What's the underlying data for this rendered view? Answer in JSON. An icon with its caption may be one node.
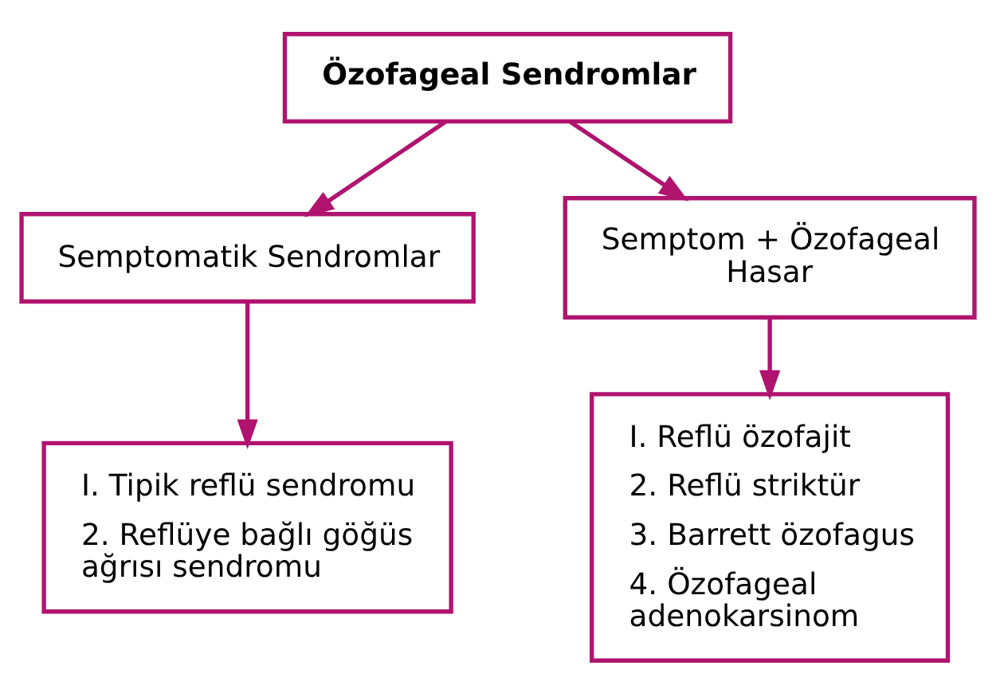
{
  "diagram": {
    "nodes": [
      {
        "text": [
          "Özofageal Sendromlar"
        ]
      },
      {
        "text": [
          "Semptomatik Sendromlar"
        ]
      },
      {
        "text": [
          "Semptom + Özofageal Hasar"
        ]
      },
      {
        "text": [
          "I. Tipik reflü sendromu",
          "2. Reflüye bağlı göğüs ağrısı sendromu"
        ]
      },
      {
        "text": [
          "I. Reflü özofajit",
          "2. Reflü striktür",
          "3. Barrett özofagus",
          "4. Özofageal adenokarsinom"
        ]
      }
    ],
    "edges": [
      {
        "from": 0,
        "to": 1,
        "arrow": "to"
      },
      {
        "from": 0,
        "to": 2,
        "arrow": "to"
      },
      {
        "from": 1,
        "to": 3,
        "arrow": "to"
      },
      {
        "from": 2,
        "to": 4,
        "arrow": "to"
      }
    ]
  }
}
